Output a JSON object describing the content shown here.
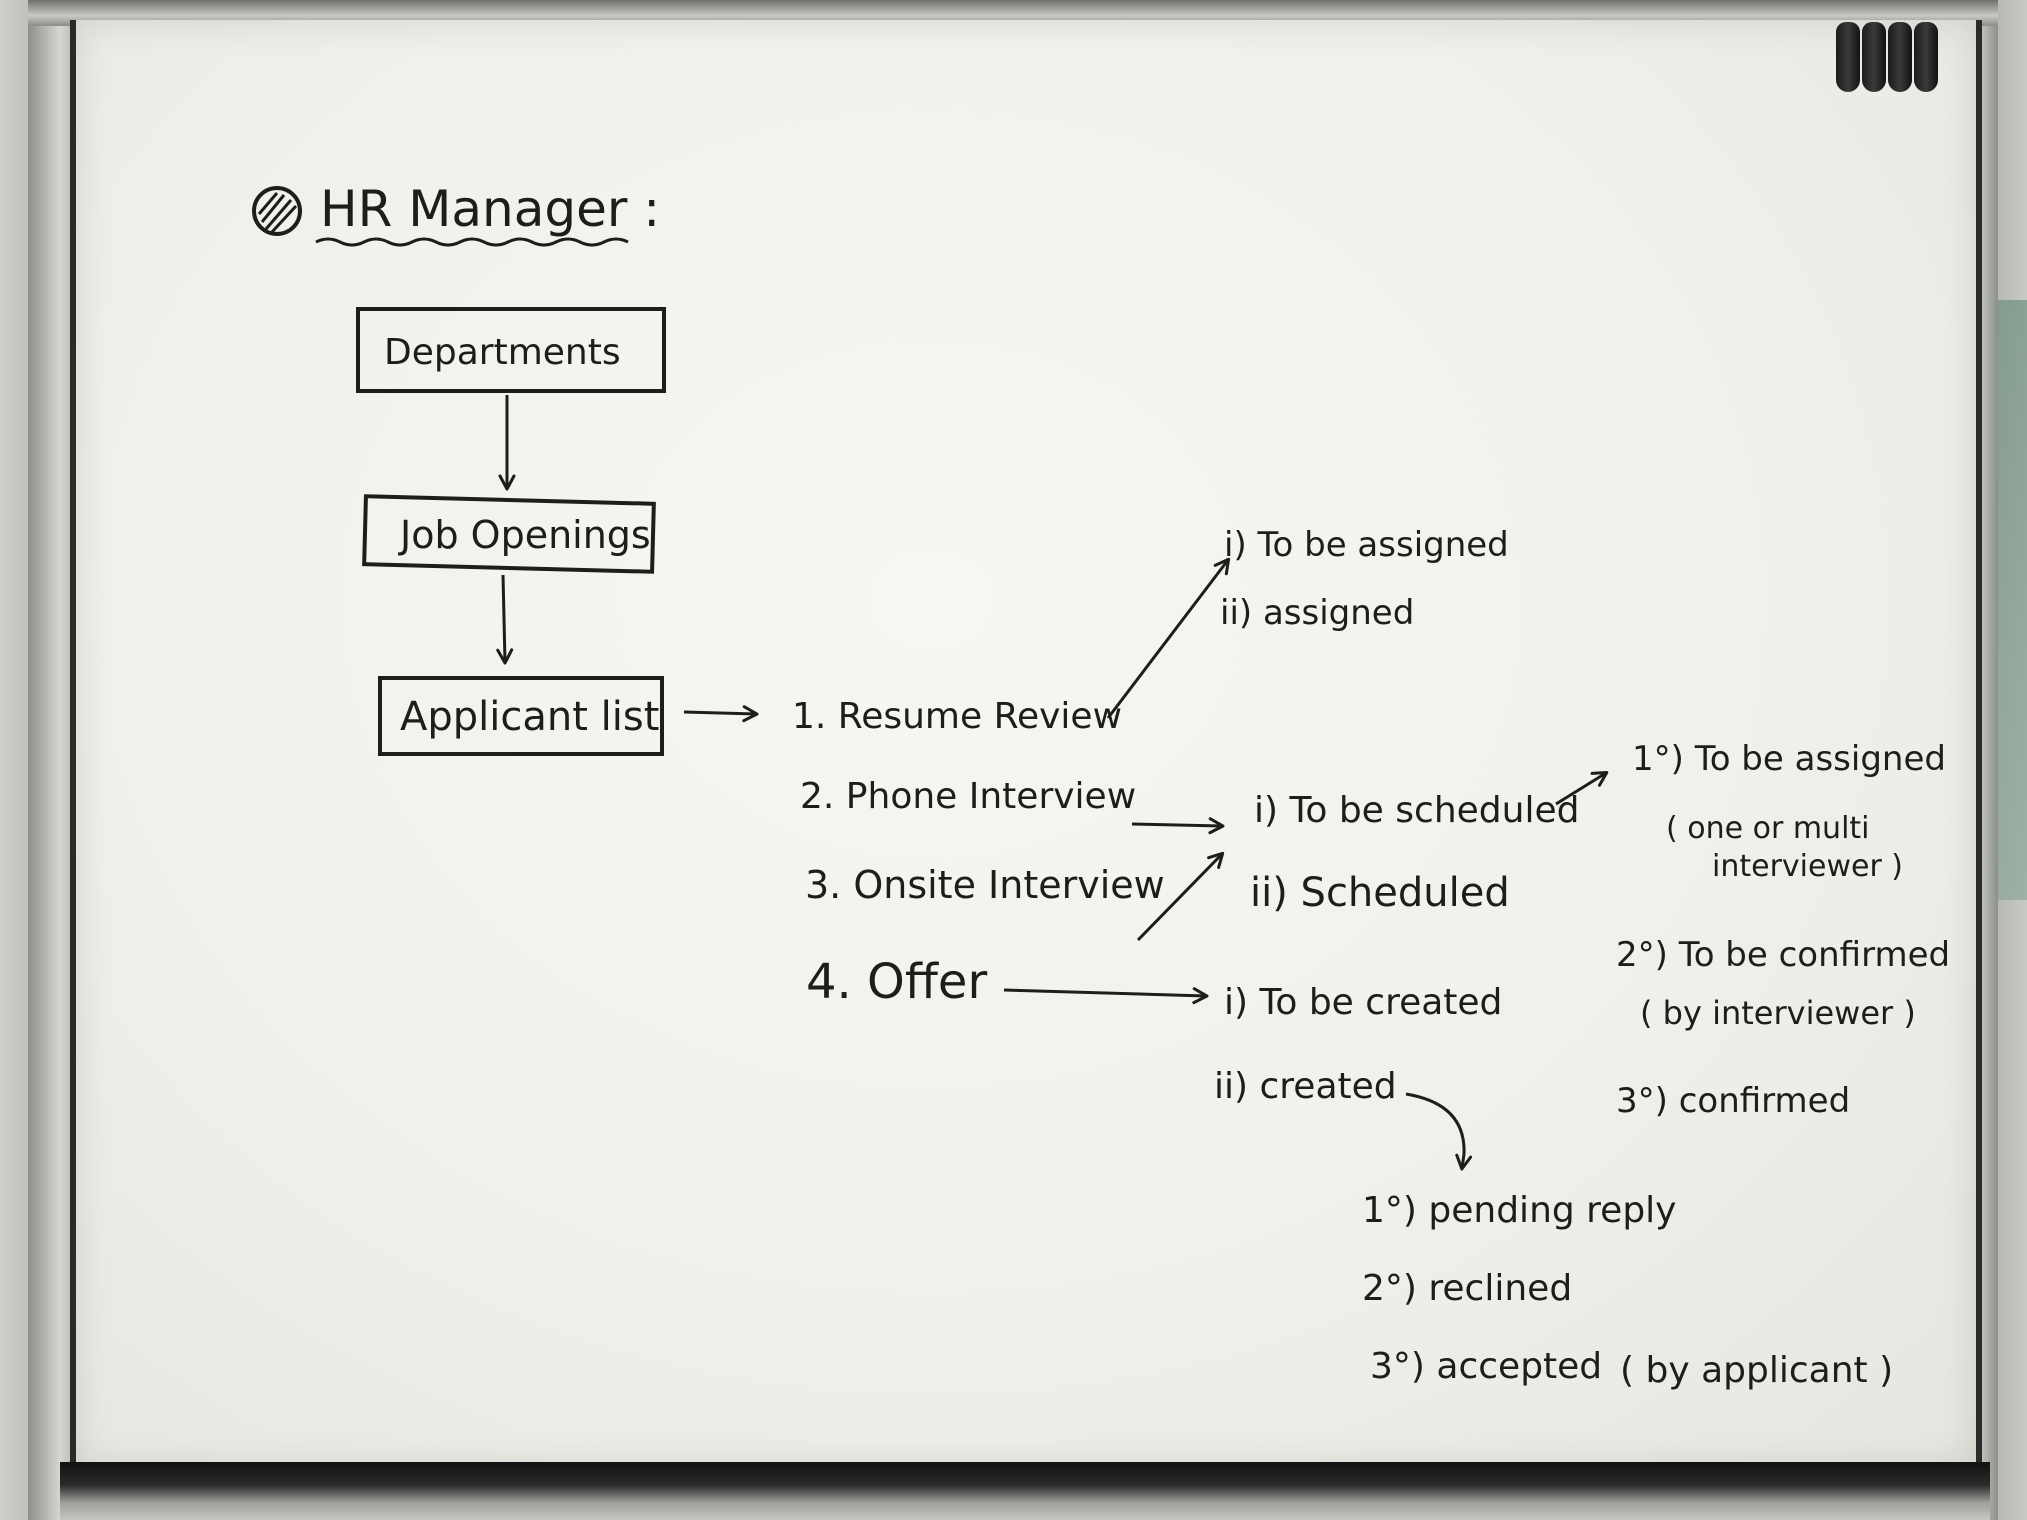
{
  "title": "HR Manager :",
  "hierarchy": [
    "Departments",
    "Job Openings",
    "Applicant list"
  ],
  "stages": [
    "1. Resume Review",
    "2. Phone Interview",
    "3. Onsite Interview",
    "4. Offer"
  ],
  "resume_states": [
    "i) To be assigned",
    "ii) assigned"
  ],
  "interview_states": [
    "i) To be scheduled",
    "ii) Scheduled"
  ],
  "to_be_scheduled_steps": [
    "1°) To be assigned",
    "( one or multi",
    "interviewer )",
    "2°) To be confirmed",
    "( by interviewer )",
    "3°) confirmed"
  ],
  "offer_states": [
    "i) To be created",
    "ii) created"
  ],
  "created_steps": [
    "1°) pending reply",
    "2°) reclined",
    "3°) accepted",
    "( by applicant )"
  ]
}
